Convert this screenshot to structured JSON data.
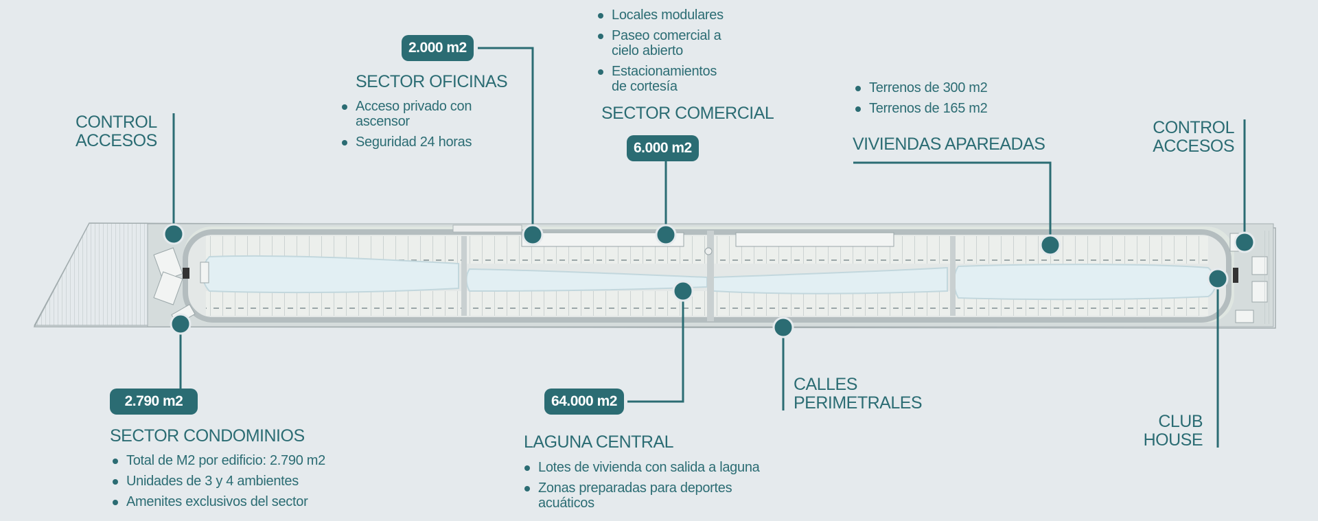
{
  "colors": {
    "accent": "#2b6c73",
    "background": "#e5eaed",
    "water": "#e2eff3",
    "lot": "#ecefec"
  },
  "callouts": {
    "control_left": {
      "line1": "CONTROL",
      "line2": "ACCESOS"
    },
    "control_right": {
      "line1": "CONTROL",
      "line2": "ACCESOS"
    },
    "oficinas": {
      "area": "2.000 m2",
      "title": "SECTOR OFICINAS",
      "bullets": [
        "Acceso privado con\nascensor",
        "Seguridad 24 horas"
      ]
    },
    "comercial": {
      "bullets": [
        "Locales modulares",
        "Paseo comercial a\ncielo abierto",
        "Estacionamientos\nde cortesía"
      ],
      "title": "SECTOR COMERCIAL",
      "area": "6.000 m2"
    },
    "viviendas": {
      "bullets": [
        "Terrenos de 300 m2",
        "Terrenos de 165 m2"
      ],
      "title": "VIVIENDAS APAREADAS"
    },
    "condominios": {
      "area": "2.790 m2",
      "title": "SECTOR CONDOMINIOS",
      "bullets": [
        "Total de M2 por edificio: 2.790 m2",
        "Unidades de 3 y 4 ambientes",
        "Amenites exclusivos del sector"
      ]
    },
    "laguna": {
      "area": "64.000 m2",
      "title": "LAGUNA CENTRAL",
      "bullets": [
        "Lotes de vivienda con salida a laguna",
        "Zonas preparadas para deportes\nacuáticos"
      ]
    },
    "calles": {
      "line1": "CALLES",
      "line2": "PERIMETRALES"
    },
    "club": {
      "line1": "CLUB",
      "line2": "HOUSE"
    }
  }
}
